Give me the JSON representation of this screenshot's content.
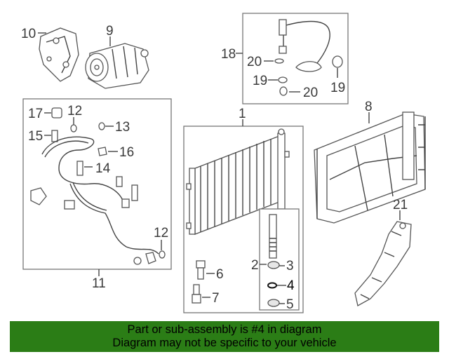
{
  "callouts": {
    "c1": "1",
    "c2": "2",
    "c3": "3",
    "c4": "4",
    "c5": "5",
    "c6": "6",
    "c7": "7",
    "c8": "8",
    "c9": "9",
    "c10": "10",
    "c11": "11",
    "c12a": "12",
    "c12b": "12",
    "c13": "13",
    "c14": "14",
    "c15": "15",
    "c16": "16",
    "c17": "17",
    "c18": "18",
    "c19a": "19",
    "c19b": "19",
    "c20a": "20",
    "c20b": "20",
    "c21": "21"
  },
  "banner": {
    "line1": "Part or sub-assembly is #4 in diagram",
    "line2": "Diagram may not be specific to your vehicle",
    "color": "#2b7d16"
  }
}
